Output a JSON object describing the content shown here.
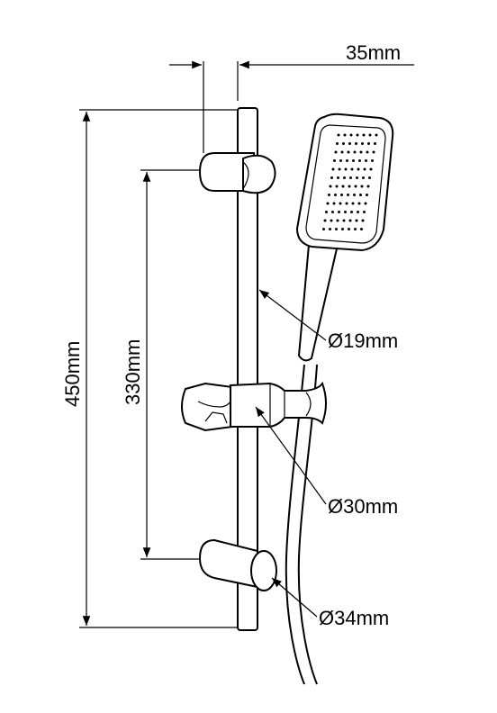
{
  "dimensions": {
    "width_top": "35mm",
    "rail_diameter": "Ø19mm",
    "slider_diameter": "Ø30mm",
    "bracket_diameter": "Ø34mm",
    "total_height": "450mm",
    "bracket_spacing": "330mm"
  },
  "colors": {
    "line": "#000000",
    "background": "#ffffff"
  }
}
